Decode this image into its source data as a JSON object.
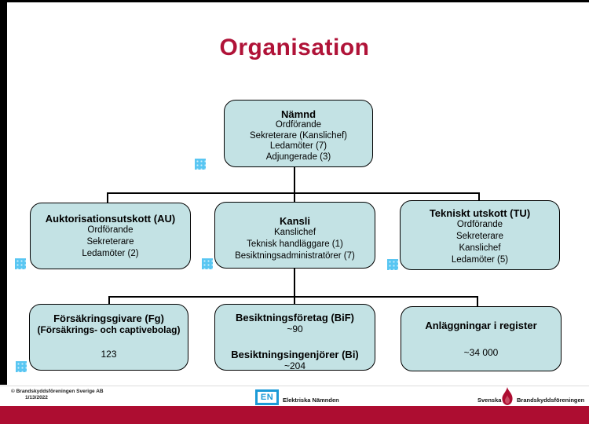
{
  "title": "Organisation",
  "org": {
    "namnd": {
      "title": "Nämnd",
      "lines": [
        "Ordförande",
        "Sekreterare (Kanslichef)",
        "Ledamöter (7)",
        "Adjungerade (3)"
      ]
    },
    "au": {
      "title": "Auktorisationsutskott (AU)",
      "lines": [
        "Ordförande",
        "Sekreterare",
        "Ledamöter (2)"
      ]
    },
    "kansli": {
      "title": "Kansli",
      "lines": [
        "Kanslichef",
        "Teknisk handläggare (1)",
        "Besiktningsadministratörer (7)"
      ]
    },
    "tu": {
      "title": "Tekniskt utskott (TU)",
      "lines": [
        "Ordförande",
        "Sekreterare",
        "Kanslichef",
        "Ledamöter (5)"
      ]
    },
    "fg": {
      "title": "Försäkringsgivare (Fg)",
      "subtitle": "(Försäkrings- och captivebolag)",
      "value": "123"
    },
    "bif": {
      "title": "Besiktningsföretag (BiF)",
      "value": "~90",
      "title2": "Besiktningsingenjörer (Bi)",
      "value2": "~204"
    },
    "register": {
      "title": "Anläggningar i register",
      "value": "~34 000"
    }
  },
  "footer": {
    "copyright": "© Brandskyddsföreningen Sverige AB",
    "date": "1/13/2022",
    "en_logo_text": "EN",
    "en_label": "Elektriska Nämnden",
    "sbf_label_left": "Svenska",
    "sbf_label_right": "Brandskyddsföreningen"
  },
  "colors": {
    "title_red": "#B01338",
    "band_red": "#AD0D31",
    "box_fill": "#C3E2E4",
    "marker_blue": "#59C6F2",
    "en_blue": "#1B9AD7"
  }
}
